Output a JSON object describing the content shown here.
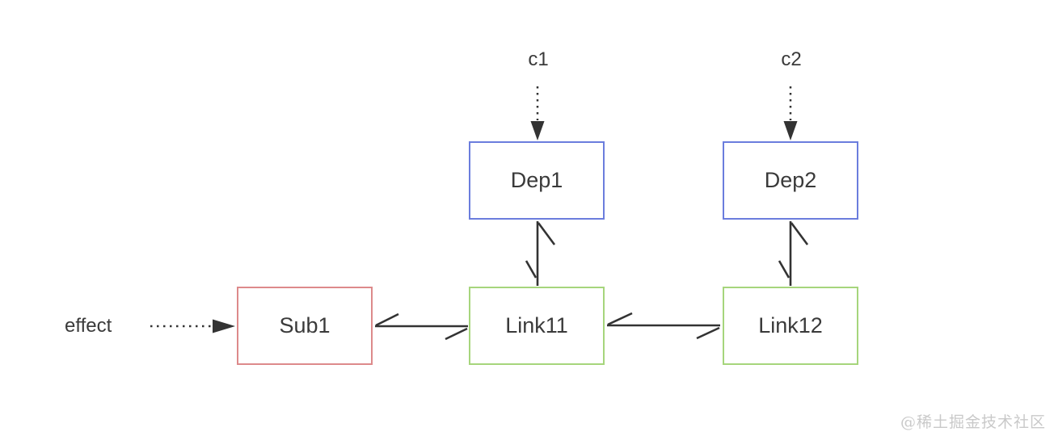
{
  "colors": {
    "dep_border": "#6b7ddd",
    "link_border": "#a6d57c",
    "sub_border": "#dd8a8b",
    "arrow": "#333333",
    "text": "#3a3a3a",
    "watermark": "#c9c9c9",
    "background": "#ffffff"
  },
  "nodes": {
    "dep1": {
      "label": "Dep1",
      "kind": "dep"
    },
    "dep2": {
      "label": "Dep2",
      "kind": "dep"
    },
    "link11": {
      "label": "Link11",
      "kind": "link"
    },
    "link12": {
      "label": "Link12",
      "kind": "link"
    },
    "sub1": {
      "label": "Sub1",
      "kind": "sub"
    }
  },
  "labels": {
    "c1": "c1",
    "c2": "c2",
    "effect": "effect"
  },
  "edges": [
    {
      "from": "c1",
      "to": "Dep1",
      "style": "dotted",
      "head": "solid-triangle",
      "direction": "down"
    },
    {
      "from": "c2",
      "to": "Dep2",
      "style": "dotted",
      "head": "solid-triangle",
      "direction": "down"
    },
    {
      "from": "effect",
      "to": "Sub1",
      "style": "dotted",
      "head": "solid-triangle",
      "direction": "right"
    },
    {
      "from": "Dep1",
      "to": "Link11",
      "style": "solid",
      "head": "half-head-both-ends",
      "direction": "bidirectional-vertical"
    },
    {
      "from": "Dep2",
      "to": "Link12",
      "style": "solid",
      "head": "half-head-both-ends",
      "direction": "bidirectional-vertical"
    },
    {
      "from": "Sub1",
      "to": "Link11",
      "style": "solid",
      "head": "half-head-both-ends",
      "direction": "bidirectional-horizontal"
    },
    {
      "from": "Link11",
      "to": "Link12",
      "style": "solid",
      "head": "half-head-both-ends",
      "direction": "bidirectional-horizontal"
    }
  ],
  "watermark": {
    "text": "@稀土掘金技术社区"
  }
}
